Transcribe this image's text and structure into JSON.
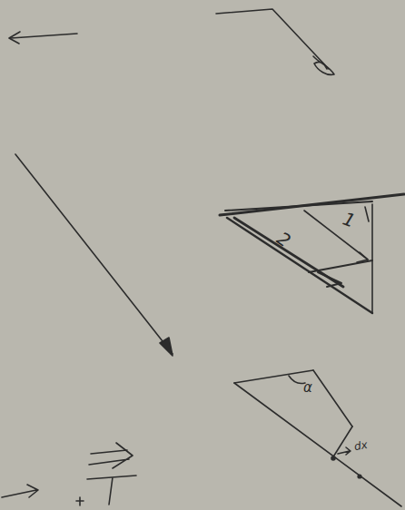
{
  "diagram": {
    "labels": [
      "2",
      "1",
      "α",
      "dx"
    ]
  }
}
